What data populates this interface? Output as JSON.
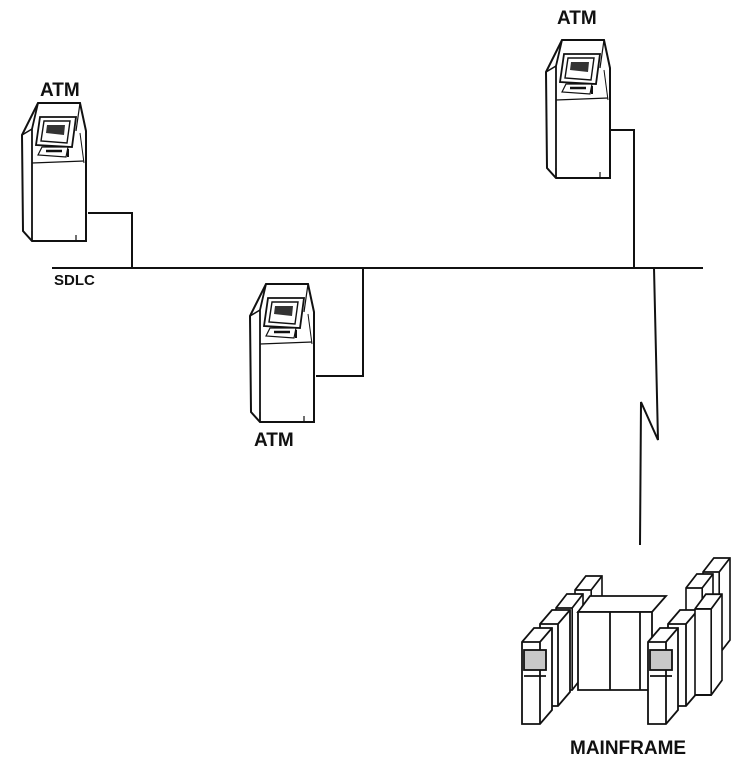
{
  "labels": {
    "atm_left": "ATM",
    "atm_top_right": "ATM",
    "atm_center": "ATM",
    "network": "SDLC",
    "mainframe": "MAINFRAME"
  },
  "colors": {
    "line": "#111111",
    "panel": "#c8c8c8",
    "screen": "#ffffff"
  },
  "icons": [
    "atm-icon",
    "mainframe-icon"
  ]
}
